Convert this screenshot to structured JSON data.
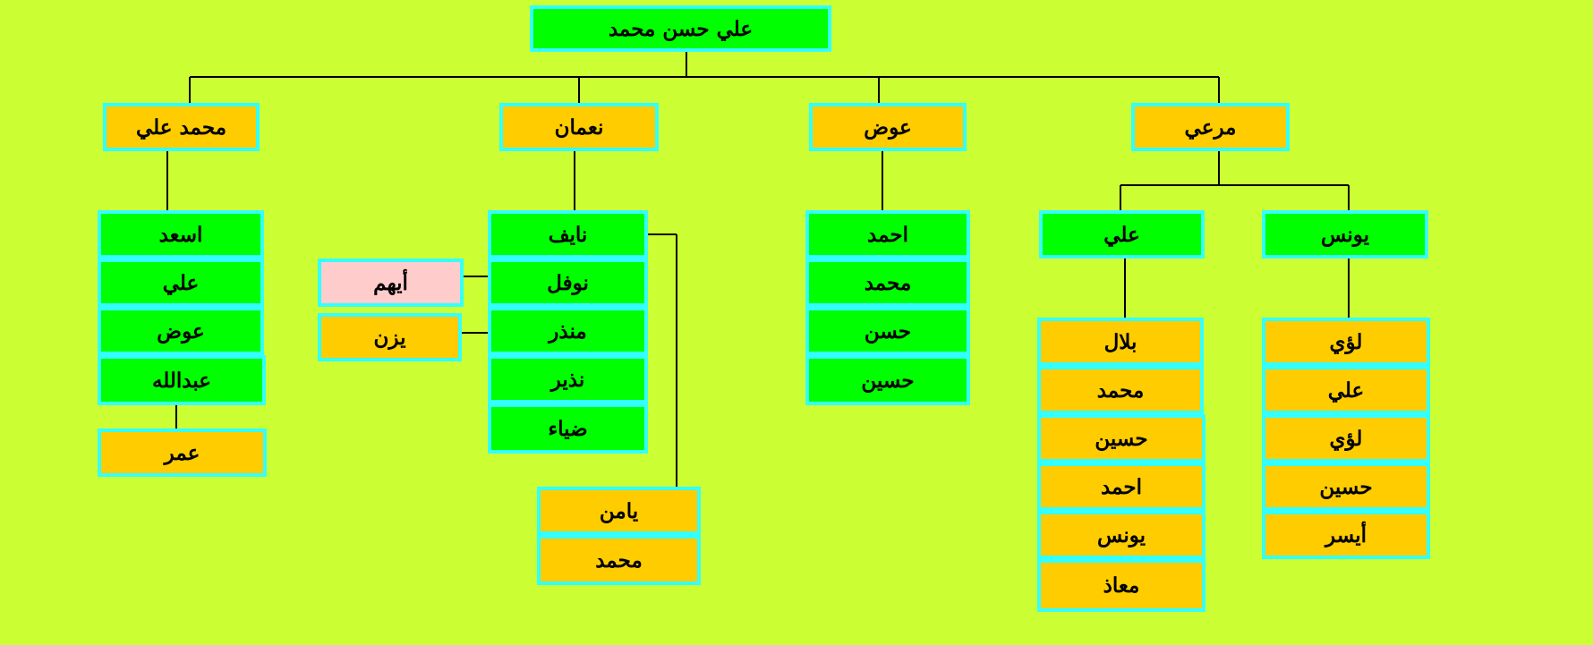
{
  "root": "علي حسن محمد",
  "sons": {
    "marai": "مرعي",
    "awad": "عوض",
    "numan": "نعمان",
    "muhammad_ali": "محمد علي"
  },
  "marai_children": {
    "younes": "يونس",
    "ali": "علي",
    "younes_children": [
      "لؤي",
      "علي",
      "لؤي",
      "حسين",
      "أيسر"
    ],
    "ali_children": [
      "بلال",
      "محمد",
      "حسين",
      "احمد",
      "يونس",
      "معاذ"
    ]
  },
  "awad_children": [
    "احمد",
    "محمد",
    "حسن",
    "حسين"
  ],
  "numan_children": [
    "نايف",
    "نوفل",
    "منذر",
    "نذير",
    "ضياء"
  ],
  "nawfal_child": "أيهم",
  "munther_child": "يزن",
  "nayef_children": [
    "يامن",
    "محمد"
  ],
  "muhammad_ali_children": [
    "اسعد",
    "علي",
    "عوض",
    "عبدالله"
  ],
  "abdullah_child": "عمر",
  "colors": {
    "background": "#ccff33",
    "green_box": "#00ff00",
    "orange_box": "#ffcc00",
    "pink_box": "#ffcccc",
    "border": "#33ffff",
    "connector": "#000000"
  }
}
